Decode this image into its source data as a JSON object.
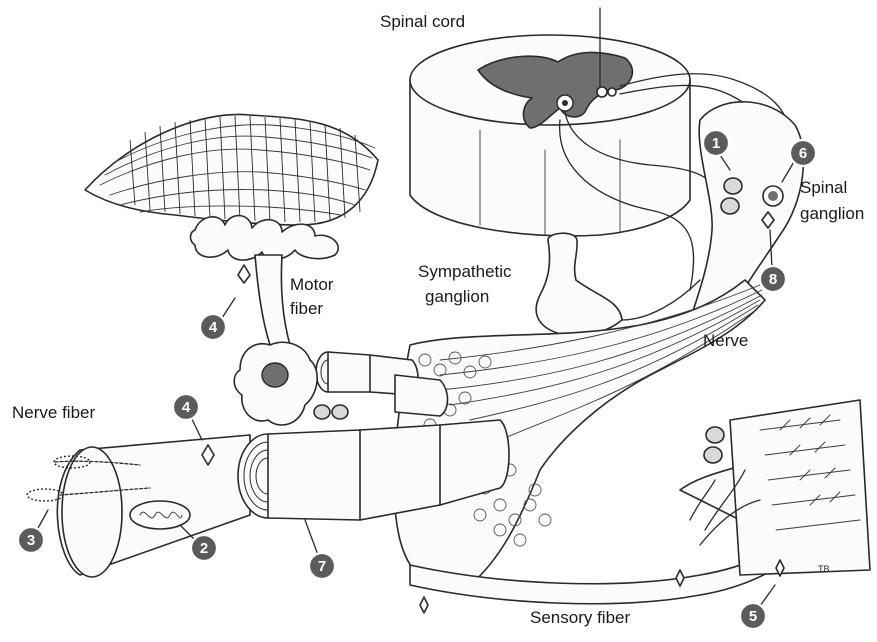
{
  "labels": {
    "spinal_cord": "Spinal cord",
    "spinal_ganglion_line1": "Spinal",
    "spinal_ganglion_line2": "ganglion",
    "sympathetic_ganglion_line1": "Sympathetic",
    "sympathetic_ganglion_line2": "ganglion",
    "motor_fiber_line1": "Motor",
    "motor_fiber_line2": "fiber",
    "nerve": "Nerve",
    "nerve_fiber": "Nerve fiber",
    "sensory_fiber": "Sensory fiber",
    "artist_initials": "TB"
  },
  "markers": [
    "1",
    "2",
    "3",
    "4",
    "4",
    "5",
    "6",
    "7",
    "8"
  ],
  "colors": {
    "marker_fill": "#5b5b5b",
    "gray_matter": "#6f6f6f",
    "line": "#2a2a2a"
  }
}
